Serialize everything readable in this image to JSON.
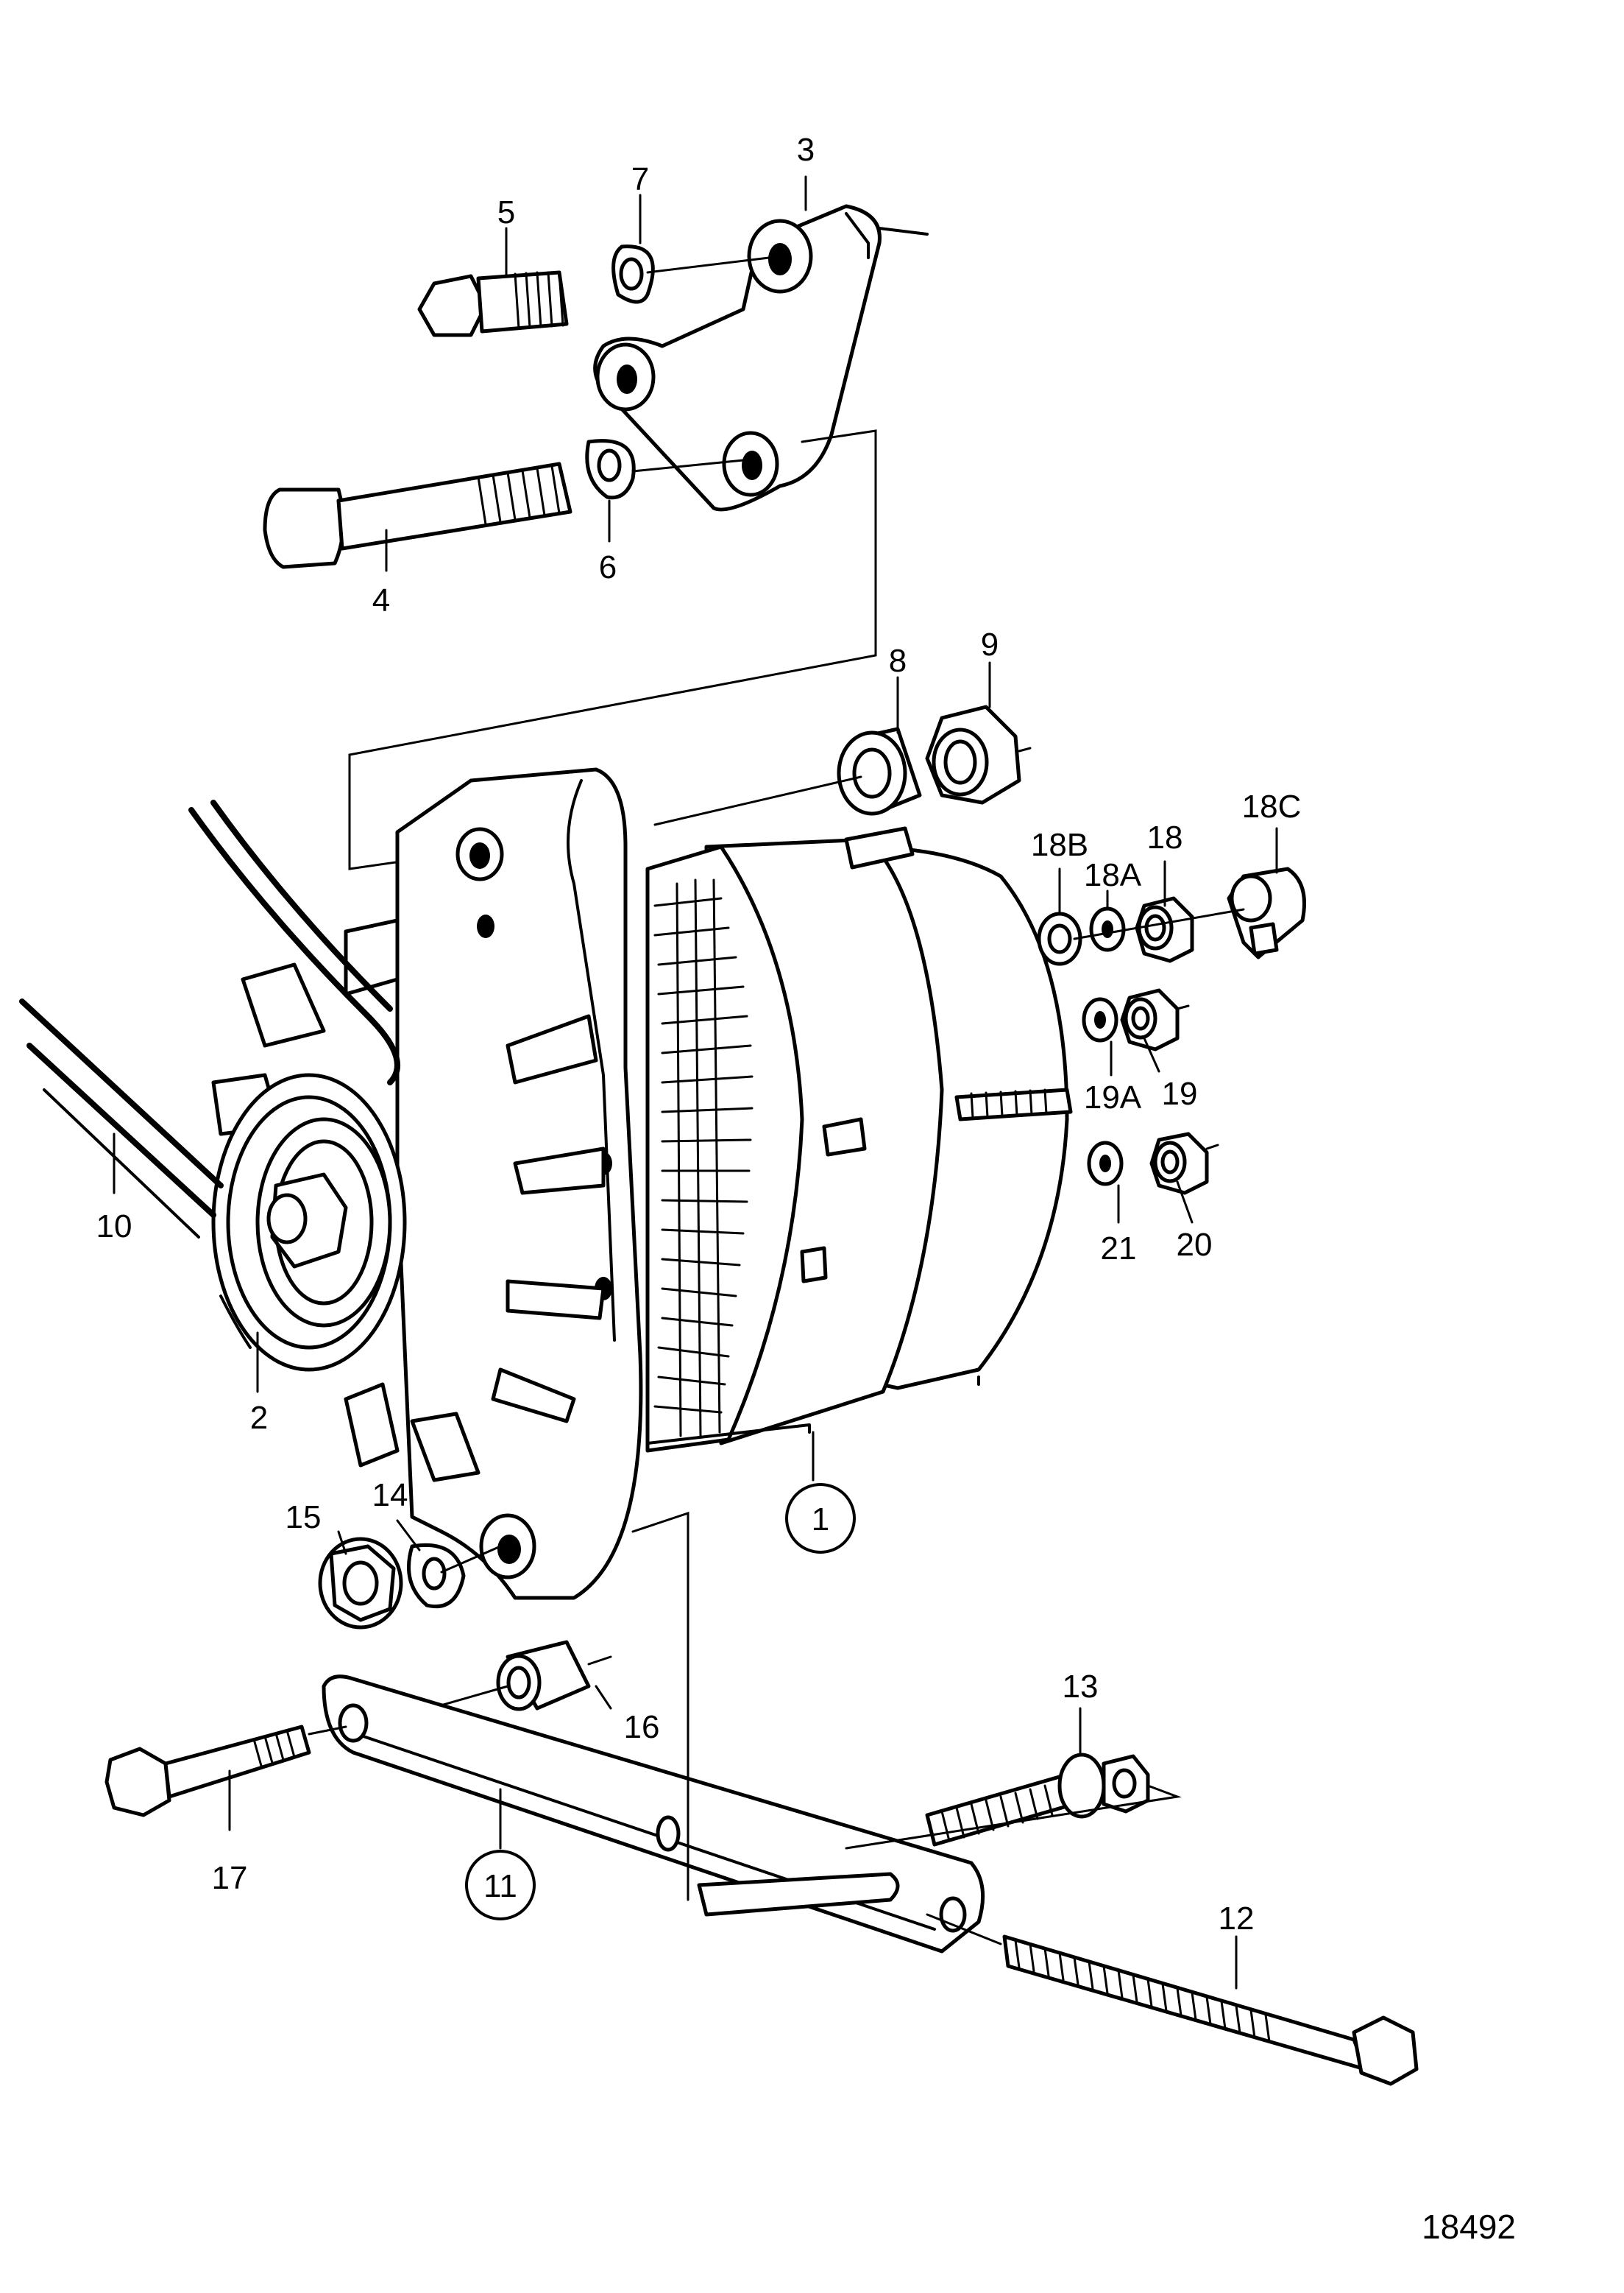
{
  "diagram": {
    "reference_number": "18492",
    "callouts": {
      "p1": "1",
      "p2": "2",
      "p3": "3",
      "p4": "4",
      "p5": "5",
      "p6": "6",
      "p7": "7",
      "p8": "8",
      "p9": "9",
      "p10": "10",
      "p11": "11",
      "p12": "12",
      "p13": "13",
      "p14": "14",
      "p15": "15",
      "p16": "16",
      "p17": "17",
      "p18": "18",
      "p18A": "18A",
      "p18B": "18B",
      "p18C": "18C",
      "p19": "19",
      "p19A": "19A",
      "p20": "20",
      "p21": "21"
    }
  }
}
